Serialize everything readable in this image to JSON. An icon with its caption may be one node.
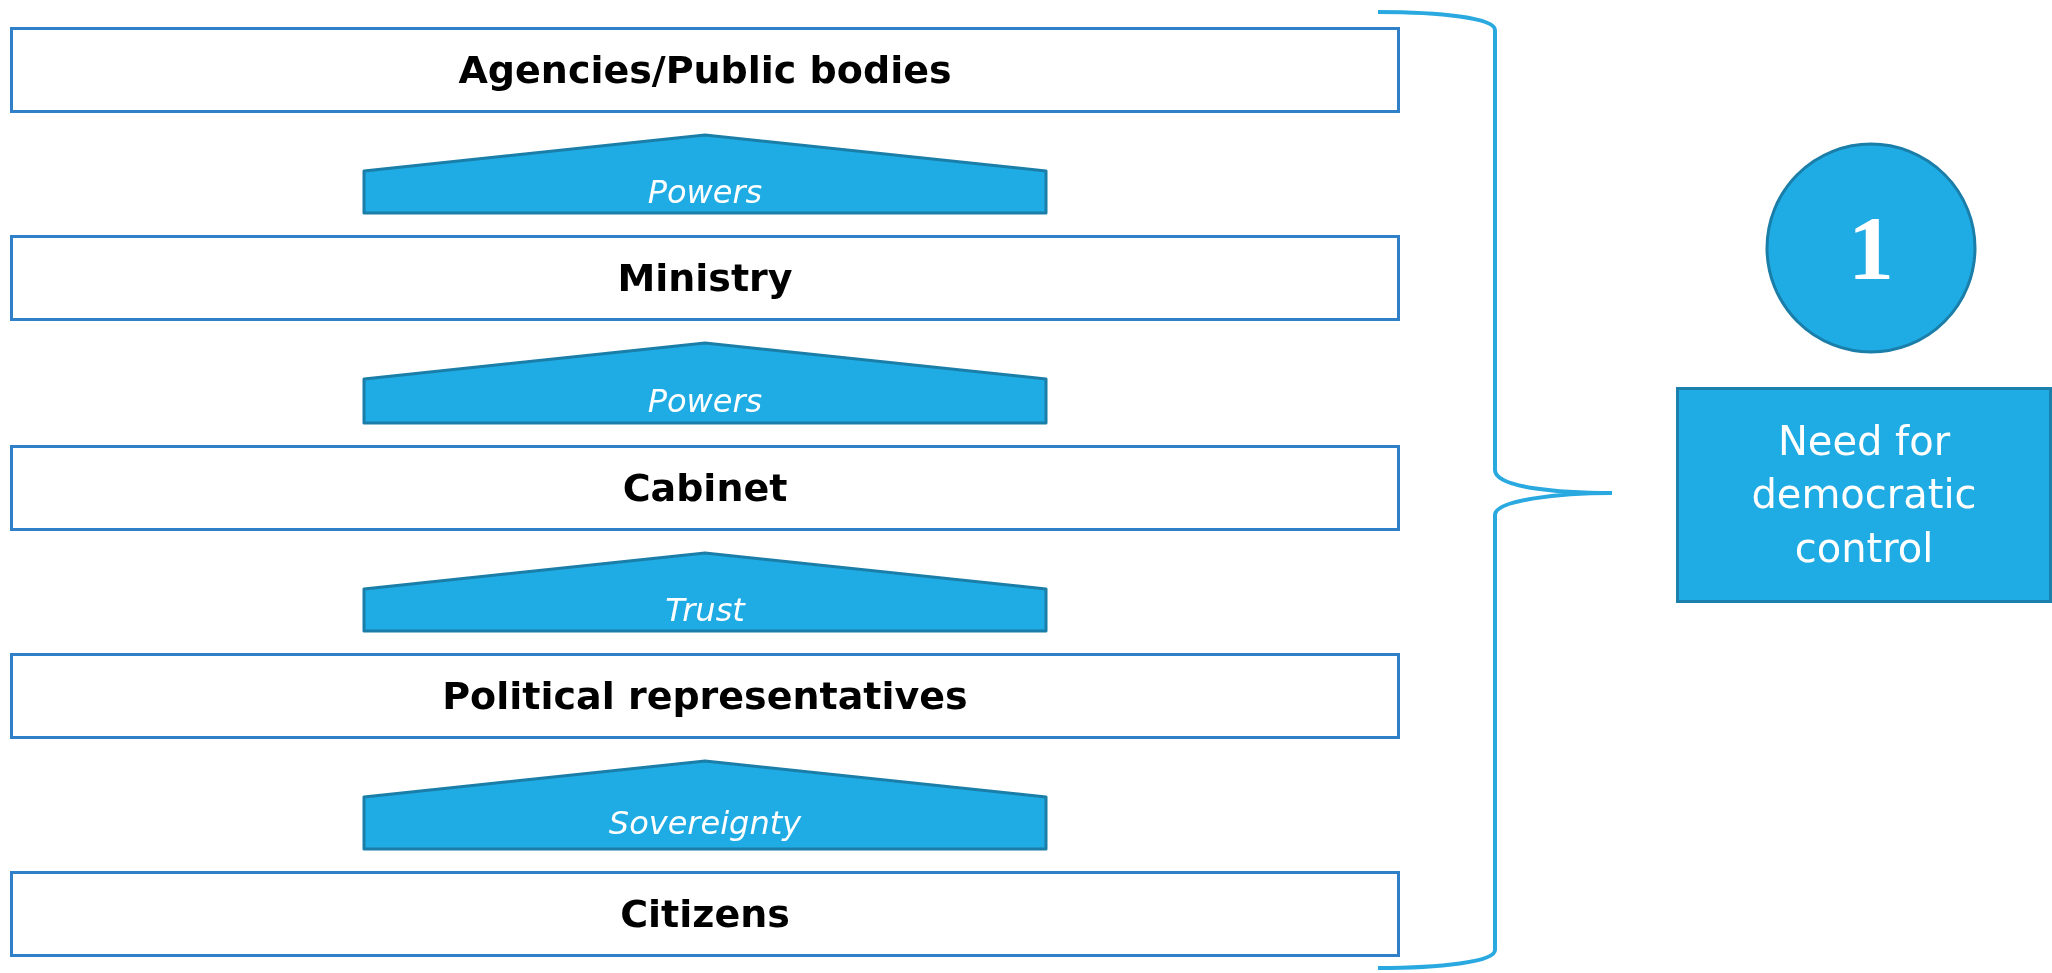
{
  "diagram": {
    "nodes": [
      {
        "text": [
          "Agencies/Public bodies"
        ]
      },
      {
        "text": [
          "Ministry"
        ]
      },
      {
        "text": [
          "Cabinet"
        ]
      },
      {
        "text": [
          "Political representatives"
        ]
      },
      {
        "text": [
          "Citizens"
        ]
      },
      {
        "text": [
          "1"
        ]
      },
      {
        "text": [
          "Need for democratic control"
        ]
      }
    ],
    "edges": [
      {
        "from": 1,
        "to": 0,
        "arrow": "to",
        "label": "Powers"
      },
      {
        "from": 2,
        "to": 1,
        "arrow": "to",
        "label": "Powers"
      },
      {
        "from": 3,
        "to": 2,
        "arrow": "to",
        "label": "Trust"
      },
      {
        "from": 4,
        "to": 3,
        "arrow": "to",
        "label": "Sovereignty"
      }
    ]
  }
}
